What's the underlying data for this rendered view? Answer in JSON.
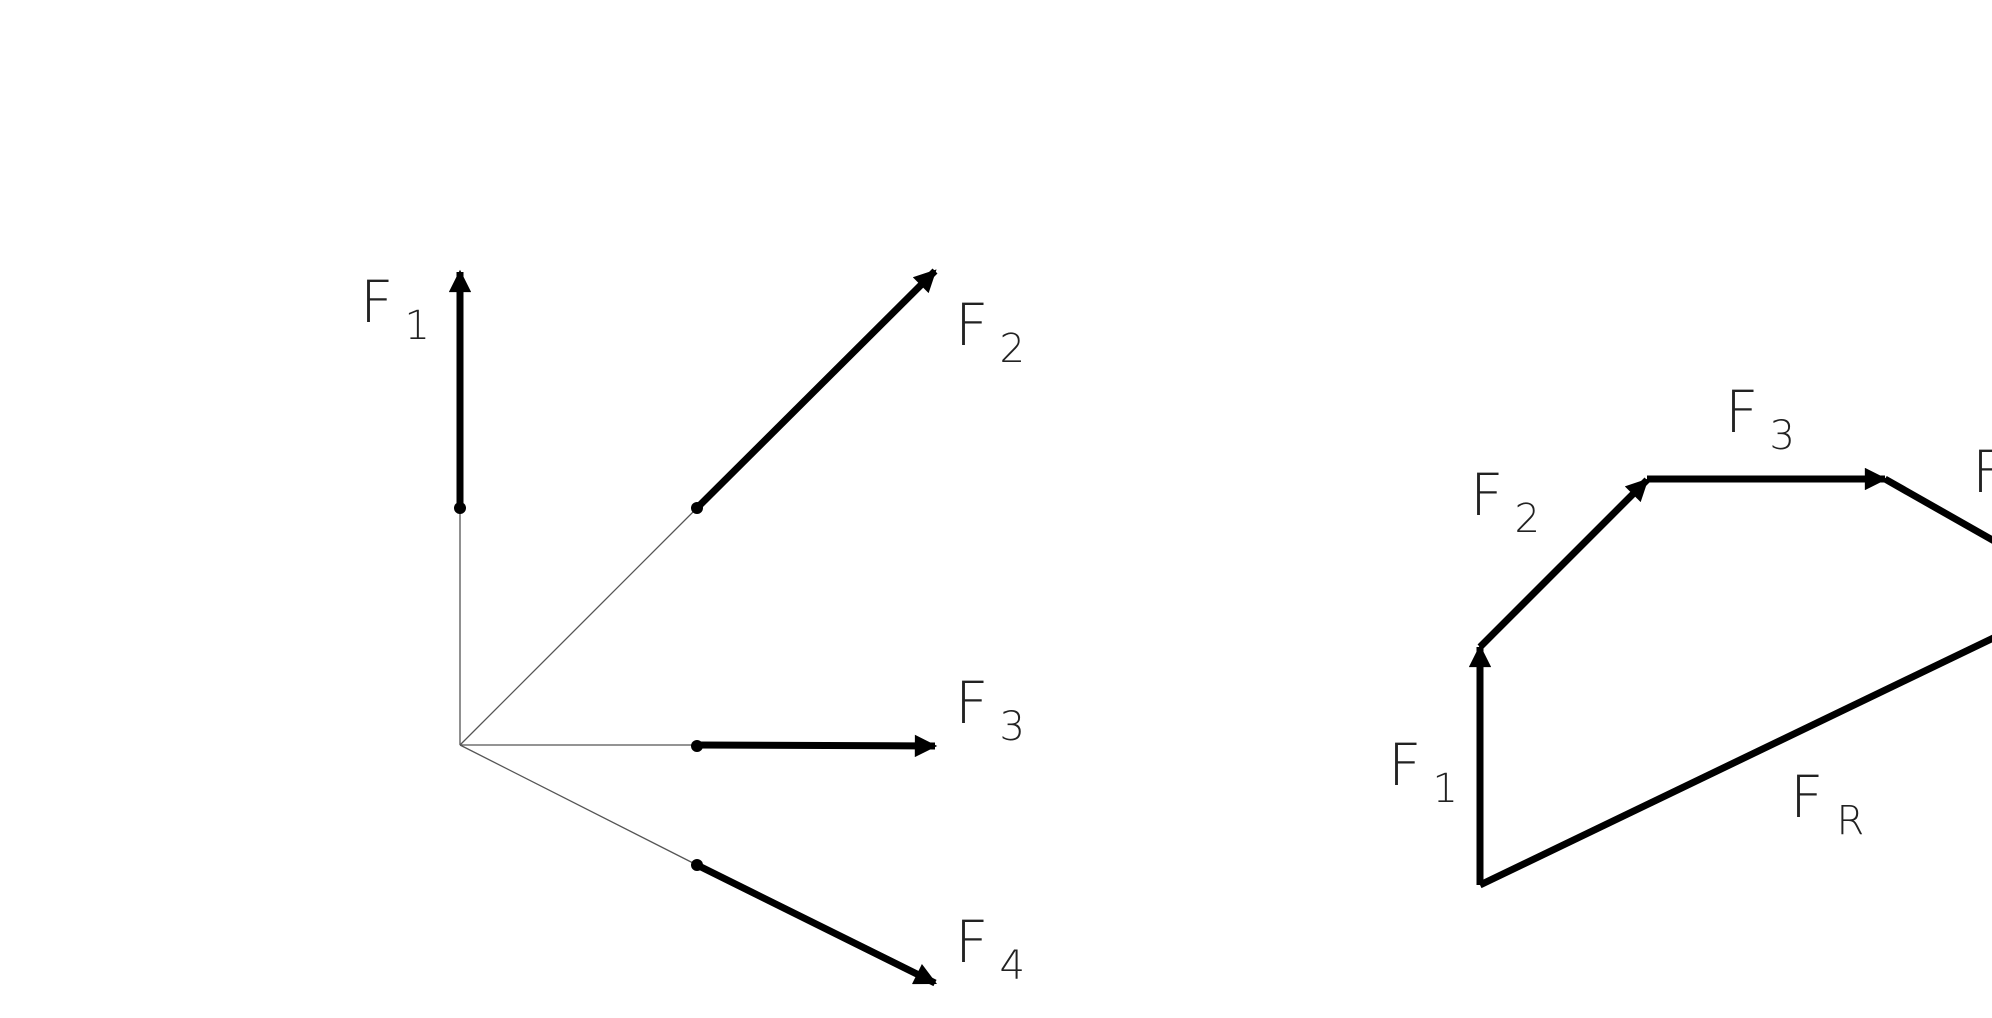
{
  "colors": {
    "stroke": "#000000",
    "construction": "#555555",
    "label": "#222222",
    "background": "#ffffff"
  },
  "left_diagram": {
    "forces": [
      {
        "main": "F",
        "sub": "1"
      },
      {
        "main": "F",
        "sub": "2"
      },
      {
        "main": "F",
        "sub": "3"
      },
      {
        "main": "F",
        "sub": "4"
      }
    ]
  },
  "right_diagram": {
    "forces": [
      {
        "main": "F",
        "sub": "1"
      },
      {
        "main": "F",
        "sub": "2"
      },
      {
        "main": "F",
        "sub": "3"
      },
      {
        "main": "F",
        "sub": ""
      }
    ],
    "resultant": {
      "main": "F",
      "sub": "R"
    }
  }
}
